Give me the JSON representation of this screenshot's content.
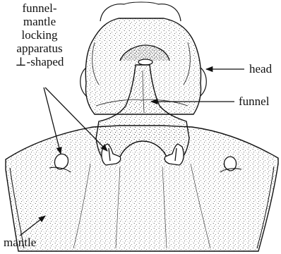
{
  "labels": {
    "locking_lines": [
      "funnel-",
      "mantle",
      "locking",
      "apparatus",
      "⊥-shaped"
    ],
    "head": "head",
    "funnel": "funnel",
    "mantle": "mantle"
  },
  "colors": {
    "ink": "#111111",
    "background": "#ffffff"
  }
}
